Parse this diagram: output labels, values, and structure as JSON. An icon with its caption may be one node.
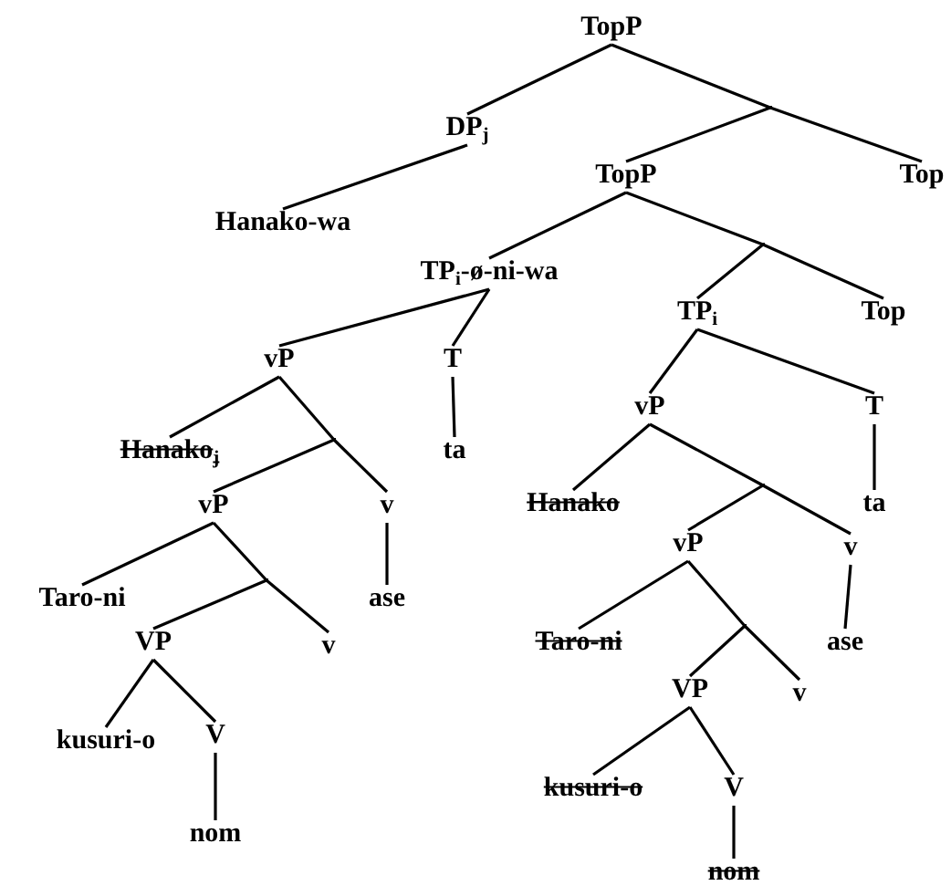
{
  "diagram": {
    "nodes": [
      {
        "text": [
          "TopP"
        ]
      },
      {
        "text": [],
        "shape": "point"
      },
      {
        "text": [
          "DP$_{j}$"
        ]
      },
      {
        "text": [
          "TopP"
        ]
      },
      {
        "text": [
          "Top"
        ]
      },
      {
        "text": [
          "Hanako-wa"
        ]
      },
      {
        "text": [],
        "shape": "point"
      },
      {
        "text": [
          "TP$_{i}$-ø-ni-wa"
        ]
      },
      {
        "text": [
          "TP$_{i}$"
        ]
      },
      {
        "text": [
          "Top"
        ]
      },
      {
        "text": [
          "vP"
        ]
      },
      {
        "text": [
          "T"
        ]
      },
      {
        "text": [
          "Hanako$_{j}$"
        ]
      },
      {
        "text": [],
        "shape": "point"
      },
      {
        "text": [
          "ta"
        ]
      },
      {
        "text": [
          "vP"
        ]
      },
      {
        "text": [
          "v"
        ]
      },
      {
        "text": [
          "Taro-ni"
        ]
      },
      {
        "text": [],
        "shape": "point"
      },
      {
        "text": [
          "ase"
        ]
      },
      {
        "text": [
          "VP"
        ]
      },
      {
        "text": [
          "v"
        ]
      },
      {
        "text": [
          "kusuri-o"
        ]
      },
      {
        "text": [
          "V"
        ]
      },
      {
        "text": [
          "nom"
        ]
      },
      {
        "text": [
          "vP"
        ]
      },
      {
        "text": [
          "T"
        ]
      },
      {
        "text": [
          "Hanako"
        ]
      },
      {
        "text": [],
        "shape": "point"
      },
      {
        "text": [
          "ta"
        ]
      },
      {
        "text": [
          "vP"
        ]
      },
      {
        "text": [
          "v"
        ]
      },
      {
        "text": [
          "Taro-ni"
        ]
      },
      {
        "text": [],
        "shape": "point"
      },
      {
        "text": [
          "ase"
        ]
      },
      {
        "text": [
          "VP"
        ]
      },
      {
        "text": [
          "v"
        ]
      },
      {
        "text": [
          "kusuri-o"
        ]
      },
      {
        "text": [
          "V"
        ]
      },
      {
        "text": [
          "nom"
        ]
      }
    ],
    "edges": [
      {
        "from": 0,
        "to": 2,
        "arrow": "none"
      },
      {
        "from": 0,
        "to": 1,
        "arrow": "none"
      },
      {
        "from": 1,
        "to": 3,
        "arrow": "none"
      },
      {
        "from": 1,
        "to": 4,
        "arrow": "none"
      },
      {
        "from": 2,
        "to": 5,
        "arrow": "none"
      },
      {
        "from": 3,
        "to": 7,
        "arrow": "none"
      },
      {
        "from": 3,
        "to": 6,
        "arrow": "none"
      },
      {
        "from": 6,
        "to": 8,
        "arrow": "none"
      },
      {
        "from": 6,
        "to": 9,
        "arrow": "none"
      },
      {
        "from": 7,
        "to": 10,
        "arrow": "none"
      },
      {
        "from": 7,
        "to": 11,
        "arrow": "none"
      },
      {
        "from": 10,
        "to": 12,
        "arrow": "none"
      },
      {
        "from": 10,
        "to": 13,
        "arrow": "none"
      },
      {
        "from": 11,
        "to": 14,
        "arrow": "none"
      },
      {
        "from": 13,
        "to": 15,
        "arrow": "none"
      },
      {
        "from": 13,
        "to": 16,
        "arrow": "none"
      },
      {
        "from": 15,
        "to": 17,
        "arrow": "none"
      },
      {
        "from": 15,
        "to": 18,
        "arrow": "none"
      },
      {
        "from": 16,
        "to": 19,
        "arrow": "none"
      },
      {
        "from": 18,
        "to": 20,
        "arrow": "none"
      },
      {
        "from": 18,
        "to": 21,
        "arrow": "none"
      },
      {
        "from": 20,
        "to": 22,
        "arrow": "none"
      },
      {
        "from": 20,
        "to": 23,
        "arrow": "none"
      },
      {
        "from": 23,
        "to": 24,
        "arrow": "none"
      },
      {
        "from": 8,
        "to": 25,
        "arrow": "none"
      },
      {
        "from": 8,
        "to": 26,
        "arrow": "none"
      },
      {
        "from": 25,
        "to": 27,
        "arrow": "none"
      },
      {
        "from": 25,
        "to": 28,
        "arrow": "none"
      },
      {
        "from": 26,
        "to": 29,
        "arrow": "none"
      },
      {
        "from": 28,
        "to": 30,
        "arrow": "none"
      },
      {
        "from": 28,
        "to": 31,
        "arrow": "none"
      },
      {
        "from": 30,
        "to": 32,
        "arrow": "none"
      },
      {
        "from": 30,
        "to": 33,
        "arrow": "none"
      },
      {
        "from": 31,
        "to": 34,
        "arrow": "none"
      },
      {
        "from": 33,
        "to": 35,
        "arrow": "none"
      },
      {
        "from": 33,
        "to": 36,
        "arrow": "none"
      },
      {
        "from": 35,
        "to": 37,
        "arrow": "none"
      },
      {
        "from": 35,
        "to": 38,
        "arrow": "none"
      },
      {
        "from": 38,
        "to": 39,
        "arrow": "none"
      }
    ]
  }
}
